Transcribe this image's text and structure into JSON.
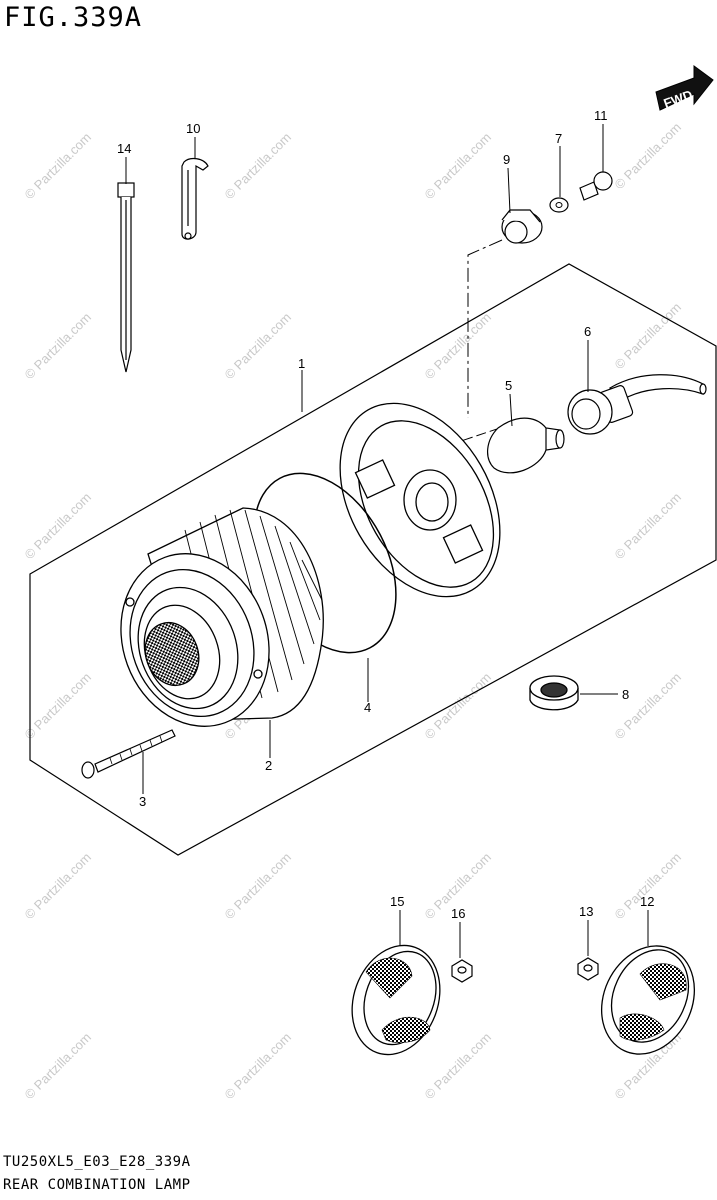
{
  "figure": {
    "title": "FIG.339A",
    "model_code": "TU250XL5_E03_E28_339A",
    "assembly_name": "REAR COMBINATION LAMP"
  },
  "direction_indicator": {
    "label": "FWD"
  },
  "watermark": {
    "text": "© Partzilla.com"
  },
  "callouts": [
    "1",
    "2",
    "3",
    "4",
    "5",
    "6",
    "7",
    "8",
    "9",
    "10",
    "11",
    "12",
    "13",
    "14",
    "15",
    "16"
  ],
  "colors": {
    "line": "#000000",
    "background": "#ffffff",
    "watermark": "#c9c9c9"
  }
}
